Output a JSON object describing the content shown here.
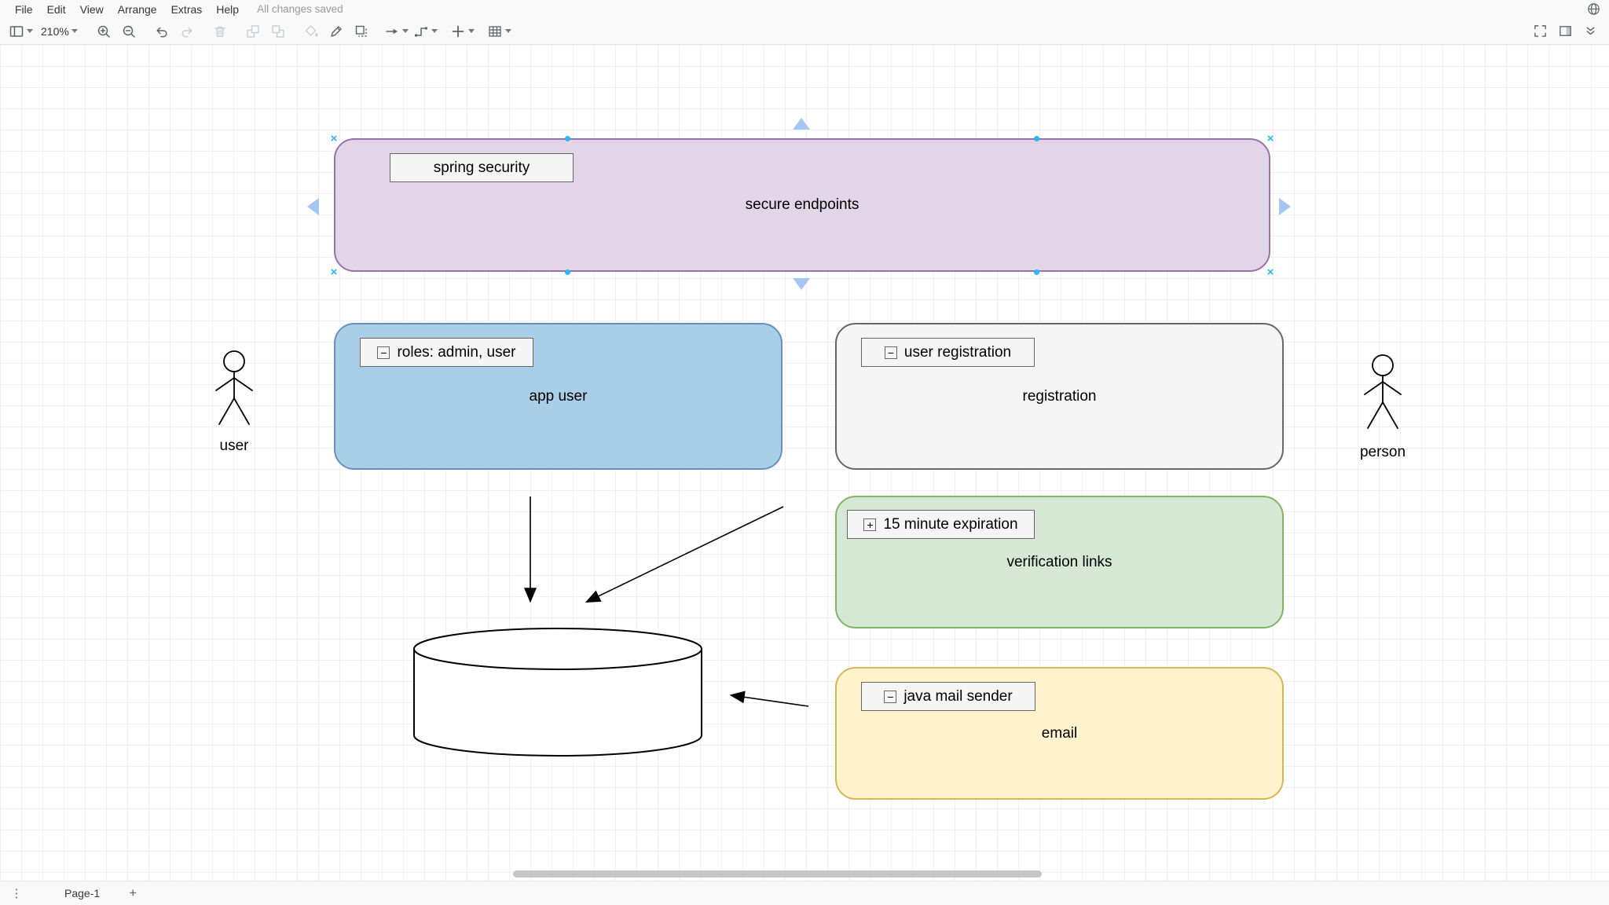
{
  "menubar": {
    "items": [
      "File",
      "Edit",
      "View",
      "Arrange",
      "Extras",
      "Help"
    ],
    "status": "All changes saved"
  },
  "toolbar": {
    "zoom_level": "210%"
  },
  "canvas": {
    "shapes": {
      "secure_endpoints": {
        "label": "spring security",
        "body": "secure endpoints",
        "fill": "#e1d5e7",
        "stroke": "#9673a6"
      },
      "app_user": {
        "label": "roles: admin, user",
        "body": "app user",
        "fill": "#a9cfe8",
        "stroke": "#6c8ebf",
        "collapse_glyph": "−"
      },
      "registration": {
        "label": "user registration",
        "body": "registration",
        "fill": "#f5f5f5",
        "stroke": "#666666",
        "collapse_glyph": "−"
      },
      "verification_links": {
        "label": "15 minute expiration",
        "body": "verification links",
        "fill": "#d5e8d4",
        "stroke": "#82b366",
        "collapse_glyph": "+"
      },
      "email": {
        "label": "java mail sender",
        "body": "email",
        "fill": "#fff2cc",
        "stroke": "#d6b656",
        "collapse_glyph": "−"
      }
    },
    "actors": {
      "left_label": "user",
      "right_label": "person"
    },
    "selection": {
      "selected_shape": "secure endpoints",
      "handle_color": "#29b6f2",
      "arrow_color": "#a3c6f2",
      "corner_glyph": "×"
    }
  },
  "footer": {
    "page_tab": "Page-1",
    "menu_glyph": "⋮",
    "add_page_glyph": "+"
  },
  "icons": {
    "globe": "globe",
    "view_panel": "sidebar-layout",
    "zoom_in": "magnifier-plus",
    "zoom_out": "magnifier-minus",
    "undo": "undo-arrow",
    "redo": "redo-arrow",
    "delete": "trash",
    "to_front": "bring-to-front",
    "to_back": "send-to-back",
    "fill_color": "paint",
    "line_color": "pencil",
    "shadow": "shadow-square",
    "connection": "arrow",
    "waypoints": "elbow-connector",
    "insert": "plus",
    "table": "grid",
    "fullscreen": "expand",
    "format_panel": "panel-right",
    "collapse_toolbar": "double-chevron-down",
    "page_menu": "vertical-dots",
    "add_page": "plus"
  }
}
